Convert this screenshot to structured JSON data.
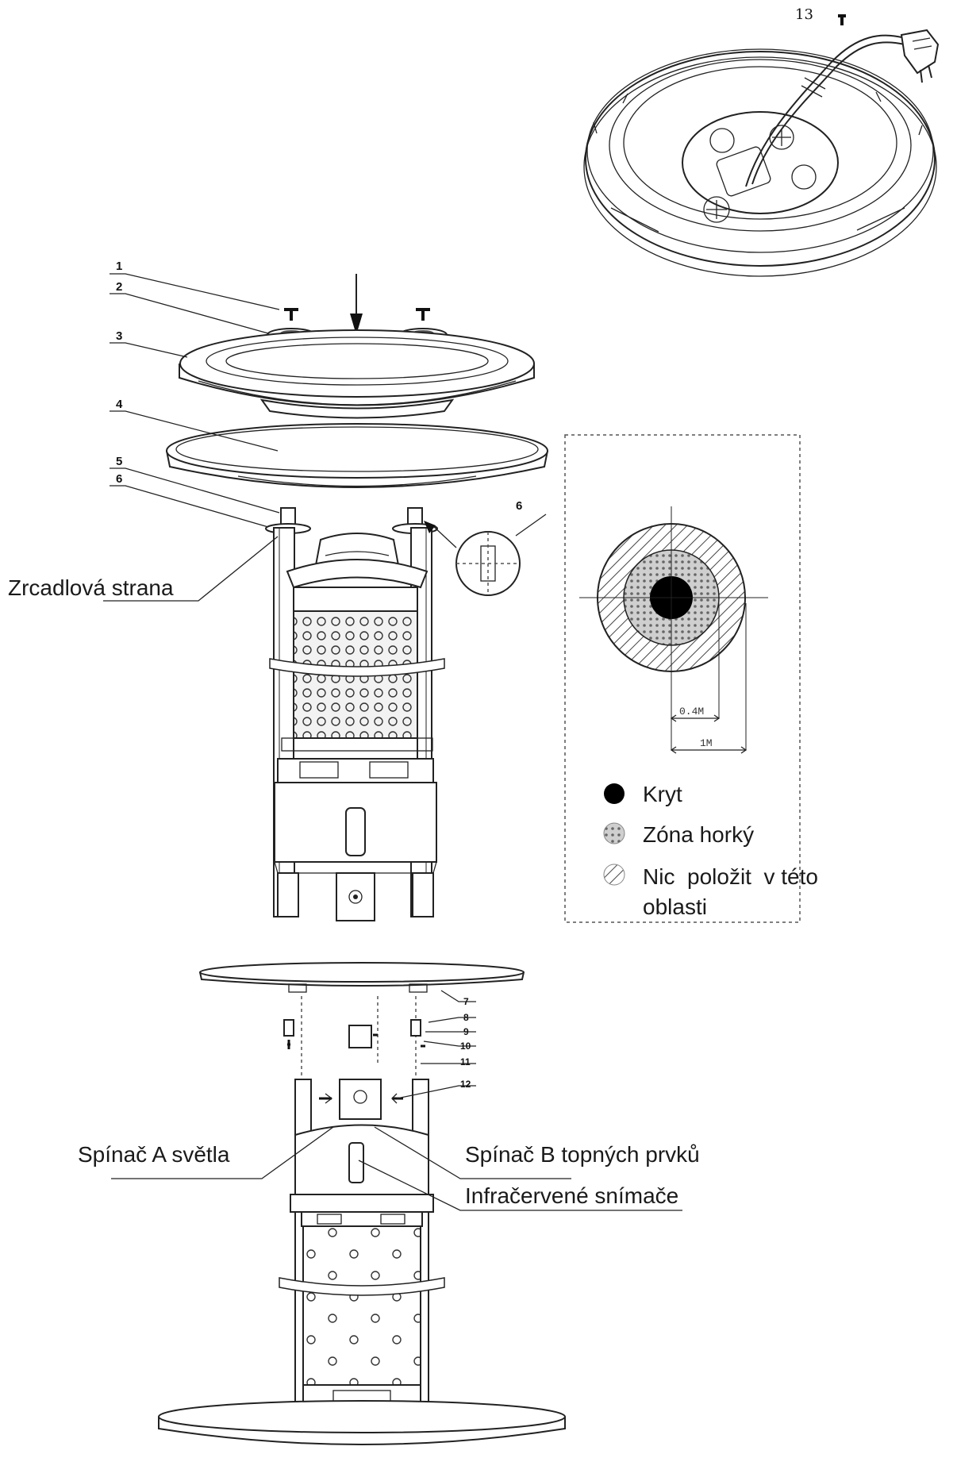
{
  "labels": {
    "mirror_side": "Zrcadlová strana",
    "switch_a": "Spínač A světla",
    "switch_b": "Spínač B topných prvků",
    "infrared": "Infračervené snímače"
  },
  "part_numbers": [
    "1",
    "2",
    "3",
    "4",
    "5",
    "6",
    "6",
    "7",
    "8",
    "9",
    "10",
    "11",
    "12",
    "13"
  ],
  "legend": {
    "items": [
      {
        "text": "Kryt",
        "symbol": "solid"
      },
      {
        "text": "Zóna horký",
        "symbol": "crosshatch"
      },
      {
        "text": "Nic  položit  v této",
        "symbol": "hatch"
      }
    ],
    "continuation": "oblasti"
  },
  "dimensions": {
    "inner": "0.4M",
    "outer": "1M"
  },
  "icons": [
    "power-plug-icon",
    "down-arrow-icon",
    "screw-icon"
  ]
}
